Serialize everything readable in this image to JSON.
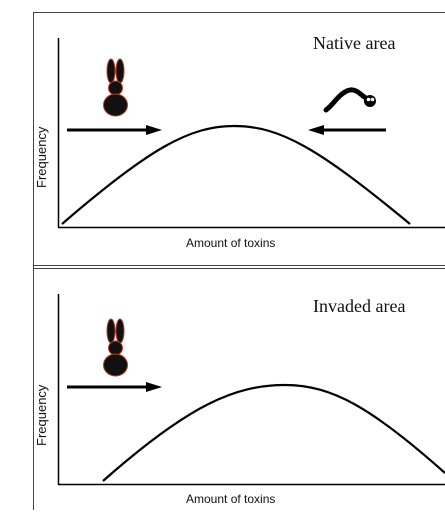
{
  "panels": [
    {
      "title": "Native area",
      "xlabel": "Amount of toxins",
      "ylabel": "Frequency",
      "organisms": [
        "rabbit-icon",
        "caterpillar-icon"
      ],
      "arrows": [
        "right",
        "left"
      ]
    },
    {
      "title": "Invaded area",
      "xlabel": "Amount of toxins",
      "ylabel": "Frequency",
      "organisms": [
        "rabbit-icon"
      ],
      "arrows": [
        "right"
      ]
    }
  ],
  "colors": {
    "ink": "#000000",
    "frame": "#444444",
    "rabbit_outline": "#b43a2a",
    "caterpillar_eye": "#ffffff"
  }
}
